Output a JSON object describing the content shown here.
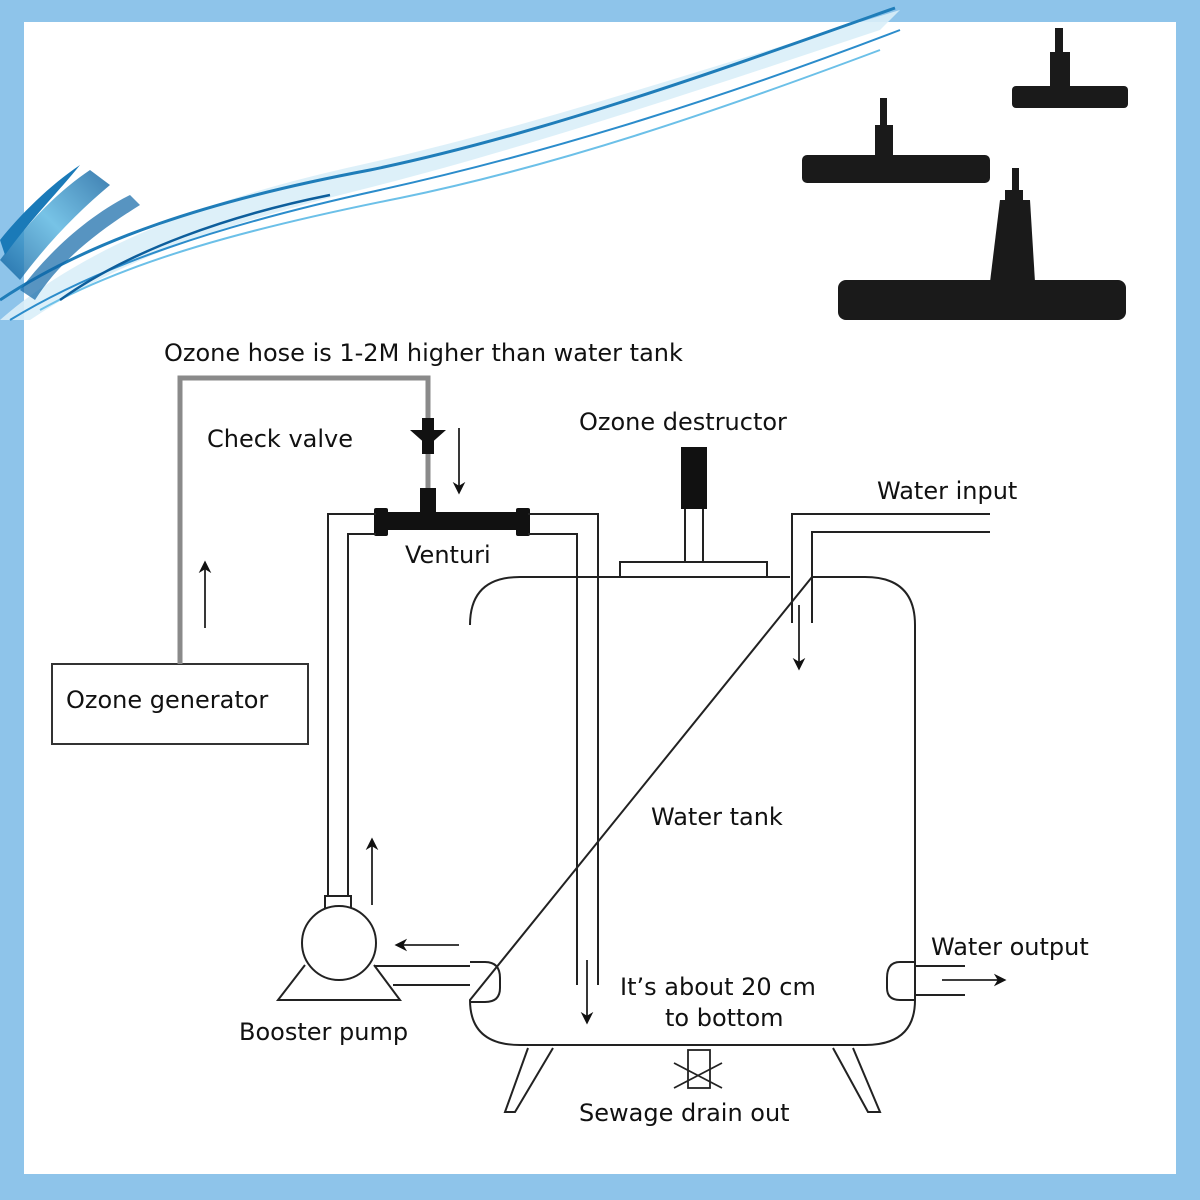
{
  "title": "Ozone water treatment system with venturi injector",
  "colors": {
    "frame": "#8ec4ea",
    "background": "#ffffff",
    "line": "#222222",
    "ozone_hose": "#8a8a8a",
    "component_fill": "#111111",
    "water_splash": "#1a7ab8"
  },
  "product_images": {
    "description": "Three black plastic venturi injectors of different sizes",
    "count": 3
  },
  "labels": {
    "ozone_hose_note": "Ozone hose is 1-2M higher than water tank",
    "check_valve": "Check valve",
    "ozone_destructor": "Ozone destructor",
    "water_input": "Water input",
    "venturi": "Venturi",
    "ozone_generator": "Ozone generator",
    "water_tank": "Water tank",
    "booster_pump": "Booster pump",
    "water_output": "Water output",
    "depth_note_line1": "It’s about 20 cm",
    "depth_note_line2": "to bottom",
    "sewage_drain": "Sewage drain out"
  },
  "flow_arrows": [
    {
      "name": "ozone-up-arrow",
      "direction": "up"
    },
    {
      "name": "ozone-down-arrow",
      "direction": "down"
    },
    {
      "name": "water-input-down-arrow",
      "direction": "down"
    },
    {
      "name": "pump-intake-left-arrow",
      "direction": "left"
    },
    {
      "name": "pump-output-up-arrow",
      "direction": "up"
    },
    {
      "name": "return-down-arrow",
      "direction": "down"
    },
    {
      "name": "water-output-right-arrow",
      "direction": "right"
    }
  ]
}
